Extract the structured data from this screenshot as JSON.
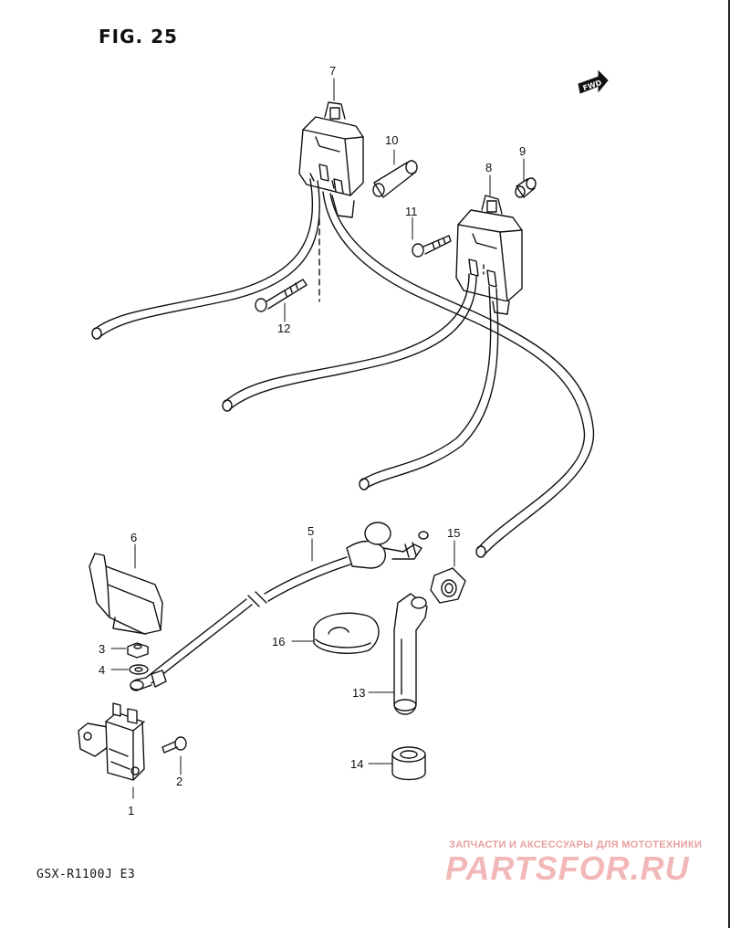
{
  "figure": {
    "title": "FIG. 25",
    "model": "GSX-R1100J E3",
    "fwd_label": "FWD"
  },
  "callouts": [
    {
      "id": "1",
      "label": "1"
    },
    {
      "id": "2",
      "label": "2"
    },
    {
      "id": "3",
      "label": "3"
    },
    {
      "id": "4",
      "label": "4"
    },
    {
      "id": "5",
      "label": "5"
    },
    {
      "id": "6",
      "label": "6"
    },
    {
      "id": "7",
      "label": "7"
    },
    {
      "id": "8",
      "label": "8"
    },
    {
      "id": "9",
      "label": "9"
    },
    {
      "id": "10",
      "label": "10"
    },
    {
      "id": "11",
      "label": "11"
    },
    {
      "id": "12",
      "label": "12"
    },
    {
      "id": "13",
      "label": "13"
    },
    {
      "id": "14",
      "label": "14"
    },
    {
      "id": "15",
      "label": "15"
    },
    {
      "id": "16",
      "label": "16"
    }
  ],
  "watermark": {
    "subtitle": "ЗАПЧАСТИ И АКСЕССУАРЫ ДЛЯ МОТОТЕХНИКИ",
    "logo": "PARTSFOR.RU"
  },
  "colors": {
    "line": "#111111",
    "watermark": "#f2b8b8"
  }
}
